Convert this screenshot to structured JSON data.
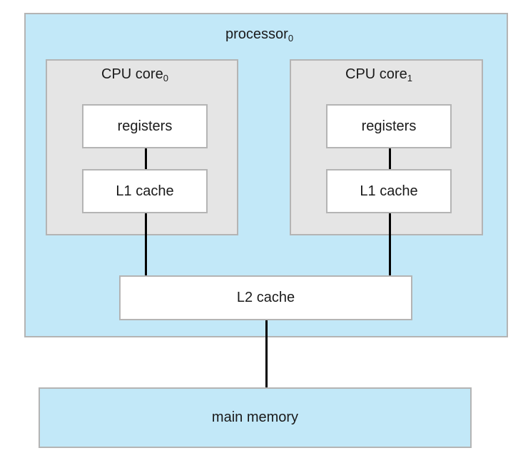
{
  "colors": {
    "processor_fill": "#c2e8f8",
    "core_fill": "#e5e5e5",
    "unit_fill": "#ffffff",
    "memory_fill": "#c2e8f8",
    "border": "#b4b4b4",
    "wire": "#000000"
  },
  "processor": {
    "label": "processor",
    "sub": "0"
  },
  "cores": [
    {
      "label": "CPU core",
      "sub": "0",
      "registers": "registers",
      "l1": "L1 cache"
    },
    {
      "label": "CPU core",
      "sub": "1",
      "registers": "registers",
      "l1": "L1 cache"
    }
  ],
  "l2": "L2 cache",
  "memory": "main memory"
}
